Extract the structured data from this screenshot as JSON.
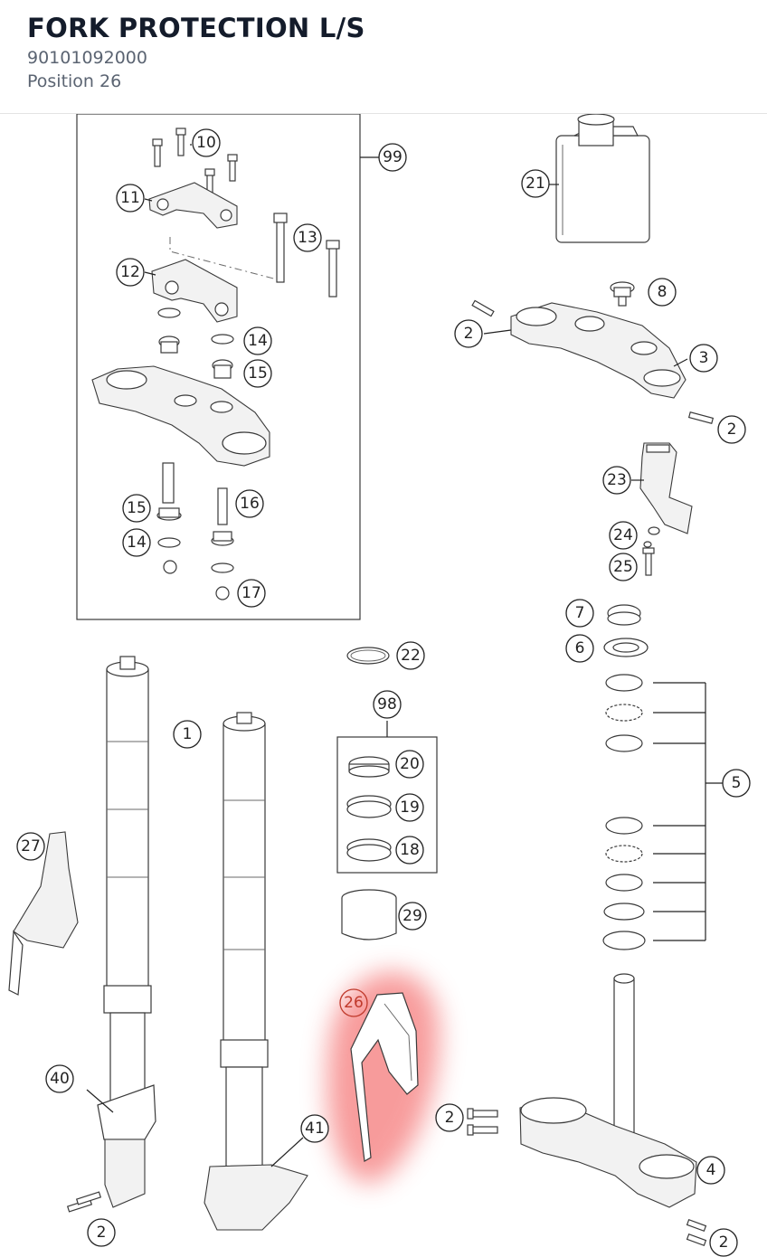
{
  "header": {
    "title": "FORK PROTECTION L/S",
    "part_number": "90101092000",
    "position": "Position 26"
  },
  "highlight": {
    "callout": "26",
    "color": "#f26b6b"
  },
  "callouts": {
    "c99": "99",
    "c10": "10",
    "c11": "11",
    "c12": "12",
    "c13": "13",
    "c14a": "14",
    "c15a": "15",
    "c15b": "15",
    "c16": "16",
    "c14b": "14",
    "c17": "17",
    "c21": "21",
    "c8": "8",
    "c2a": "2",
    "c3": "3",
    "c2b": "2",
    "c23": "23",
    "c24": "24",
    "c25": "25",
    "c7": "7",
    "c6": "6",
    "c22": "22",
    "c98": "98",
    "c20": "20",
    "c19": "19",
    "c18": "18",
    "c29": "29",
    "c5": "5",
    "c1": "1",
    "c27": "27",
    "c26": "26",
    "c40": "40",
    "c41": "41",
    "c2c": "2",
    "c2d": "2",
    "c4": "4",
    "c2e": "2"
  }
}
